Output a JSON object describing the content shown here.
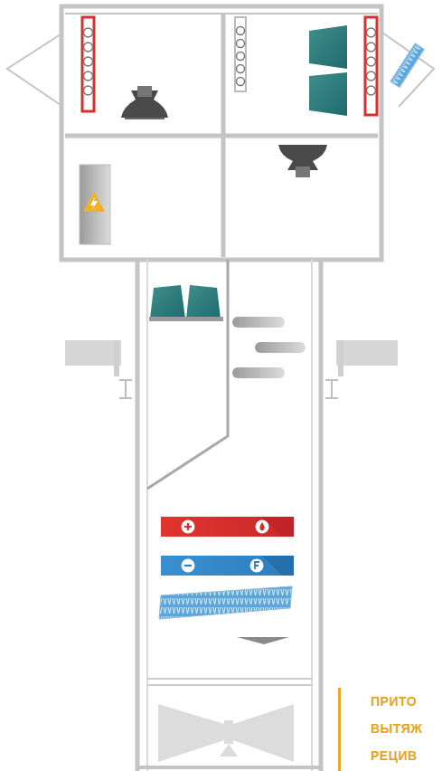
{
  "diagram": {
    "labels": [
      "ПРИТО",
      "ВЫТЯЖ",
      "РЕЦИВ"
    ]
  }
}
